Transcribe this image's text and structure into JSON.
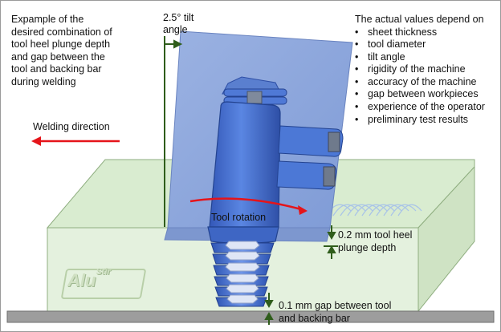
{
  "intro_lines": [
    "Expample of the",
    "desired combination of",
    "tool heel plunge depth",
    "and gap between the",
    "tool and backing bar",
    "during welding"
  ],
  "tilt_label_lines": [
    "2.5° tilt",
    "angle"
  ],
  "factors_title": "The actual values depend on",
  "factors": [
    "sheet thickness",
    "tool diameter",
    "tilt angle",
    "rigidity of the machine",
    "accuracy of the machine",
    "gap between workpieces",
    "experience of the operator",
    "preliminary test results"
  ],
  "welding_direction": "Welding direction",
  "tool_rotation": "Tool rotation",
  "plunge_lines": [
    "0.2 mm tool heel",
    "plunge depth"
  ],
  "gap_lines": [
    "0.1 mm gap between tool",
    "and backing bar"
  ],
  "logo": {
    "main": "Alu",
    "sup": "Stir"
  },
  "colors": {
    "workpiece": "#dcecd3",
    "workpiece_edge": "#8fae80",
    "holder": "#8fa8da",
    "tool": "#4a72d0",
    "backing_bar": "#9a9a9a",
    "arrow_red": "#e5141a",
    "dim_green": "#2f5d1b"
  }
}
